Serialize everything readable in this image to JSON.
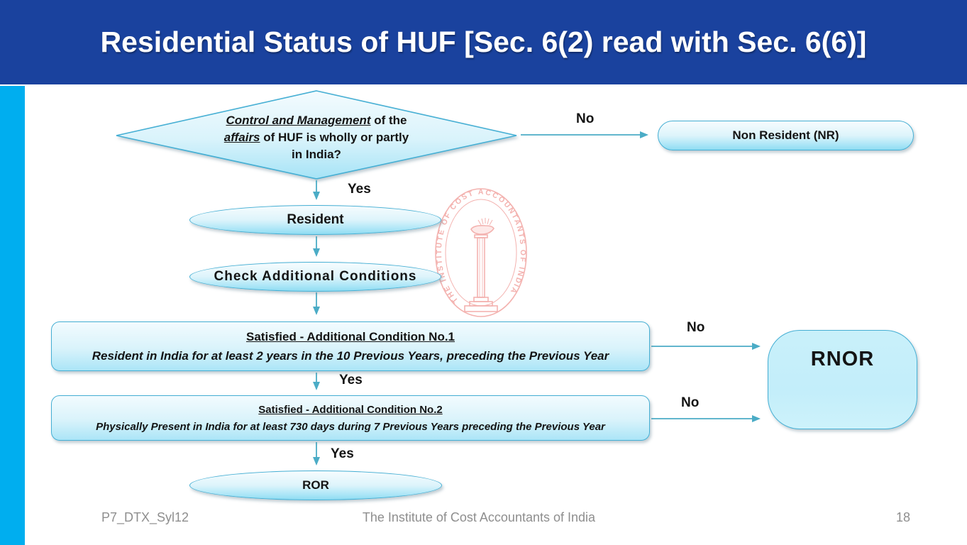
{
  "header": {
    "title": "Residential Status of HUF [Sec. 6(2) read with Sec. 6(6)]"
  },
  "flowchart": {
    "decision": {
      "part1": "Control and Management",
      "part2": " of the ",
      "part3": "affairs",
      "part4": " of HUF is wholly or partly in India?"
    },
    "edge_labels": {
      "diamond_no": "No",
      "diamond_yes": "Yes",
      "cond1_yes": "Yes",
      "cond1_no": "No",
      "cond2_yes": "Yes",
      "cond2_no": "No"
    },
    "nodes": {
      "non_resident": "Non Resident (NR)",
      "resident": "Resident",
      "check_conditions": "Check Additional Conditions",
      "cond1": {
        "title": "Satisfied - Additional Condition No.1",
        "body": "Resident in India for at least 2 years in the 10 Previous Years, preceding the Previous Year"
      },
      "cond2": {
        "title": "Satisfied - Additional Condition No.2",
        "body": "Physically Present in India for at least 730 days during 7 Previous Years preceding the Previous Year"
      },
      "rnor": "RNOR",
      "ror": "ROR"
    }
  },
  "watermark": {
    "text": "THE INSTITUTE OF COST ACCOUNTANTS OF INDIA"
  },
  "footer": {
    "course_code": "P7_DTX_Syl12",
    "institute": "The Institute of Cost Accountants of India",
    "page_number": "18"
  },
  "colors": {
    "title_bar_blue": "#1A429E",
    "accent_stripe_cyan": "#00AEEF",
    "connector_teal": "#4BACC6",
    "shape_border": "#45AFD4",
    "shape_fill_top": "#F6FCFE",
    "shape_fill_bottom": "#8FDCF2",
    "watermark_pink": "#F2A5A2",
    "footer_gray": "#8E8E8E"
  }
}
